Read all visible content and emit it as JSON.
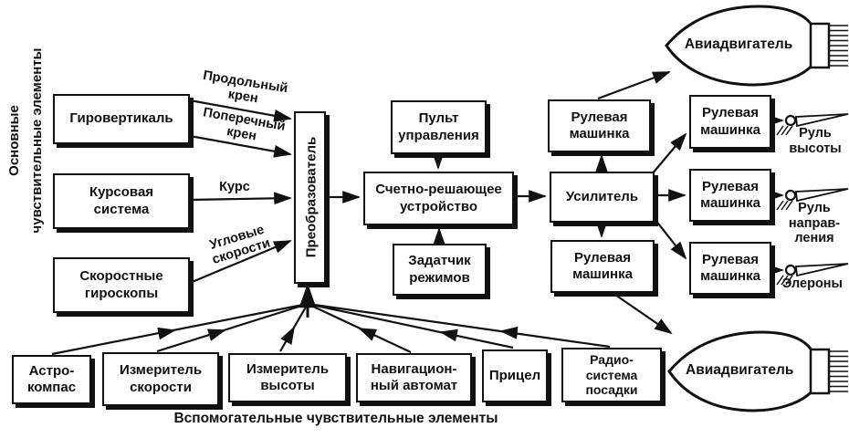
{
  "side_label": {
    "line1": "Основные",
    "line2": "чувствительные элементы"
  },
  "caption": "Вспомогательные чувствительные элементы",
  "nodes": {
    "gyro_vertical": "Гировертикаль",
    "course_system": "Курсовая\nсистема",
    "rate_gyros": "Скоростные\nгироскопы",
    "converter": "Преобразователь",
    "control_panel": "Пульт\nуправления",
    "computer": "Счетно-решающее\nустройство",
    "mode_setter": "Задатчик\nрежимов",
    "amplifier": "Усилитель",
    "steering_top": "Рулевая\nмашинка",
    "steering_bottom": "Рулевая\nмашинка",
    "steering_elevator": "Рулевая\nмашинка",
    "steering_rudder": "Рулевая\nмашинка",
    "steering_aileron": "Рулевая\nмашинка",
    "engine_top": "Авиадвигатель",
    "engine_bottom": "Авиадвигатель",
    "astro_compass": "Астро-\nкомпас",
    "speed_meter": "Измеритель\nскорости",
    "altitude_meter": "Измеритель\nвысоты",
    "nav_automat": "Навигацион-\nный автомат",
    "sight": "Прицел",
    "radio_landing": "Радио-\nсистема\nпосадки"
  },
  "signals": {
    "longitudinal_roll": "Продольный\nкрен",
    "lateral_roll": "Поперечный\nкрен",
    "course": "Курс",
    "angular_rates": "Угловые\nскорости"
  },
  "surfaces": {
    "elevator": "Руль\nвысоты",
    "rudder": "Руль\nнаправ-\nления",
    "ailerons": "Элероны"
  },
  "colors": {
    "ink": "#111111",
    "paper": "#ffffff"
  }
}
